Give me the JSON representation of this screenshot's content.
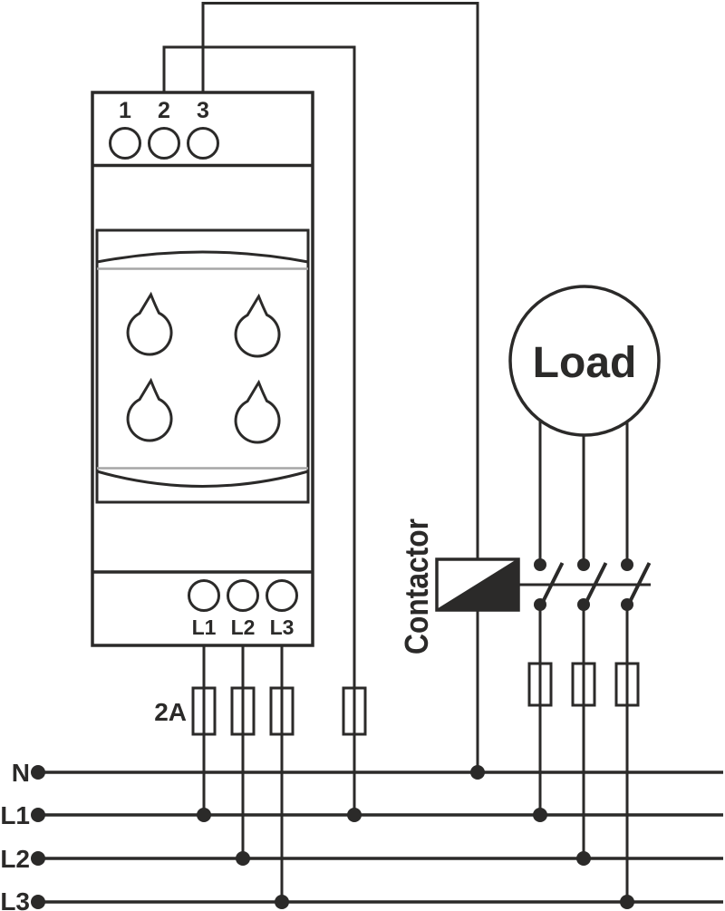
{
  "colors": {
    "ink": "#2b2a29",
    "panel_groove_gray": "#a6a6a6",
    "background": "#ffffff"
  },
  "monitoring_device": {
    "top_terminals": [
      "1",
      "2",
      "3"
    ],
    "bottom_terminals": [
      "L1",
      "L2",
      "L3"
    ]
  },
  "control_fuse_label": "2A",
  "contactor": {
    "label": "Contactor"
  },
  "load": {
    "label": "Load"
  },
  "bus_lines": [
    {
      "label": "N"
    },
    {
      "label": "L1"
    },
    {
      "label": "L2"
    },
    {
      "label": "L3"
    }
  ]
}
